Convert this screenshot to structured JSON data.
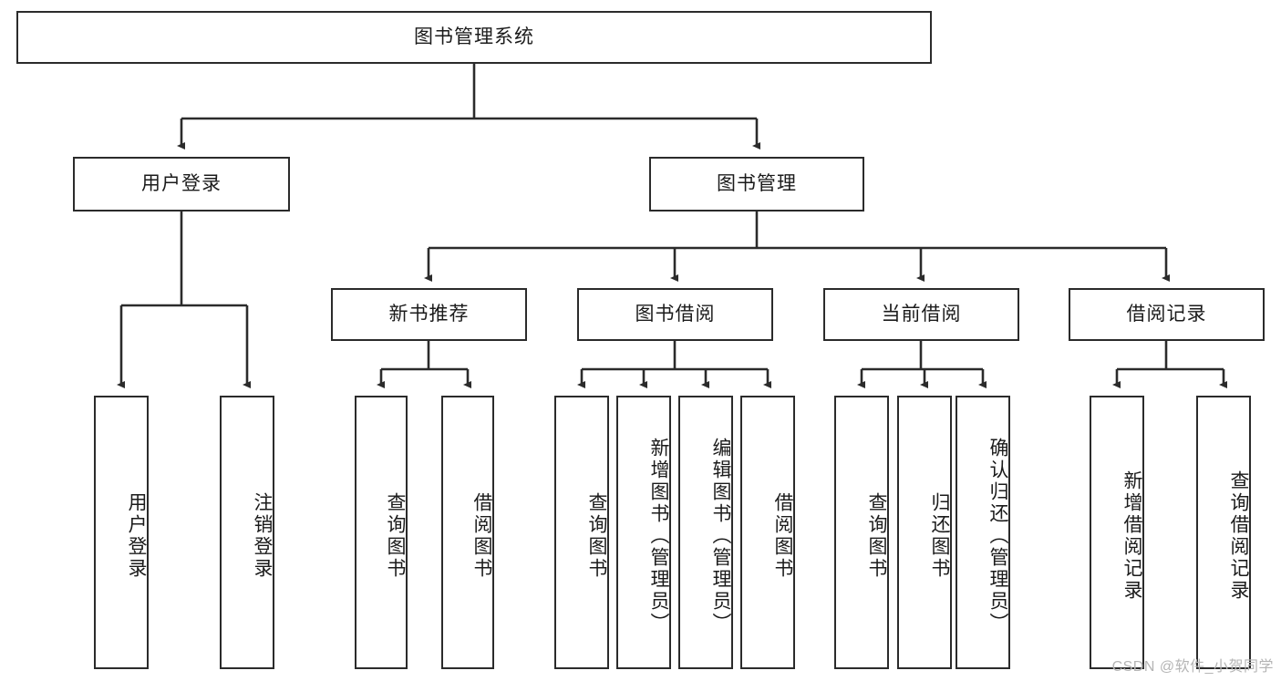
{
  "diagram": {
    "title_node": {
      "id": "root",
      "label": "图书管理系统"
    },
    "level2": [
      {
        "id": "user-login",
        "label": "用户登录"
      },
      {
        "id": "book-manage",
        "label": "图书管理"
      }
    ],
    "level3": [
      {
        "id": "new-book-recommend",
        "label": "新书推荐"
      },
      {
        "id": "book-borrow",
        "label": "图书借阅"
      },
      {
        "id": "current-borrow",
        "label": "当前借阅"
      },
      {
        "id": "borrow-record",
        "label": "借阅记录"
      }
    ],
    "leaves": {
      "user_login": [
        {
          "id": "leaf-user-login",
          "label": "用户登录"
        },
        {
          "id": "leaf-logout-login",
          "label": "注销登录"
        }
      ],
      "new_book_recommend": [
        {
          "id": "leaf-query-book-1",
          "label": "查询图书"
        },
        {
          "id": "leaf-borrow-book-1",
          "label": "借阅图书"
        }
      ],
      "book_borrow": [
        {
          "id": "leaf-query-book-2",
          "label": "查询图书"
        },
        {
          "id": "leaf-add-book",
          "label": "新增图书（管理员）"
        },
        {
          "id": "leaf-edit-book",
          "label": "编辑图书（管理员）"
        },
        {
          "id": "leaf-borrow-book-2",
          "label": "借阅图书"
        }
      ],
      "current_borrow": [
        {
          "id": "leaf-query-book-3",
          "label": "查询图书"
        },
        {
          "id": "leaf-return-book",
          "label": "归还图书"
        },
        {
          "id": "leaf-confirm-return",
          "label": "确认归还（管理员）"
        }
      ],
      "borrow_record": [
        {
          "id": "leaf-add-record",
          "label": "新增借阅记录"
        },
        {
          "id": "leaf-query-record",
          "label": "查询借阅记录"
        }
      ]
    },
    "colors": {
      "stroke": "#2b2b2b",
      "fill": "#ffffff",
      "text": "#1b1b1b",
      "watermark": "#b5b5b5"
    }
  },
  "watermark": {
    "text": "CSDN @软件_小贺同学"
  }
}
